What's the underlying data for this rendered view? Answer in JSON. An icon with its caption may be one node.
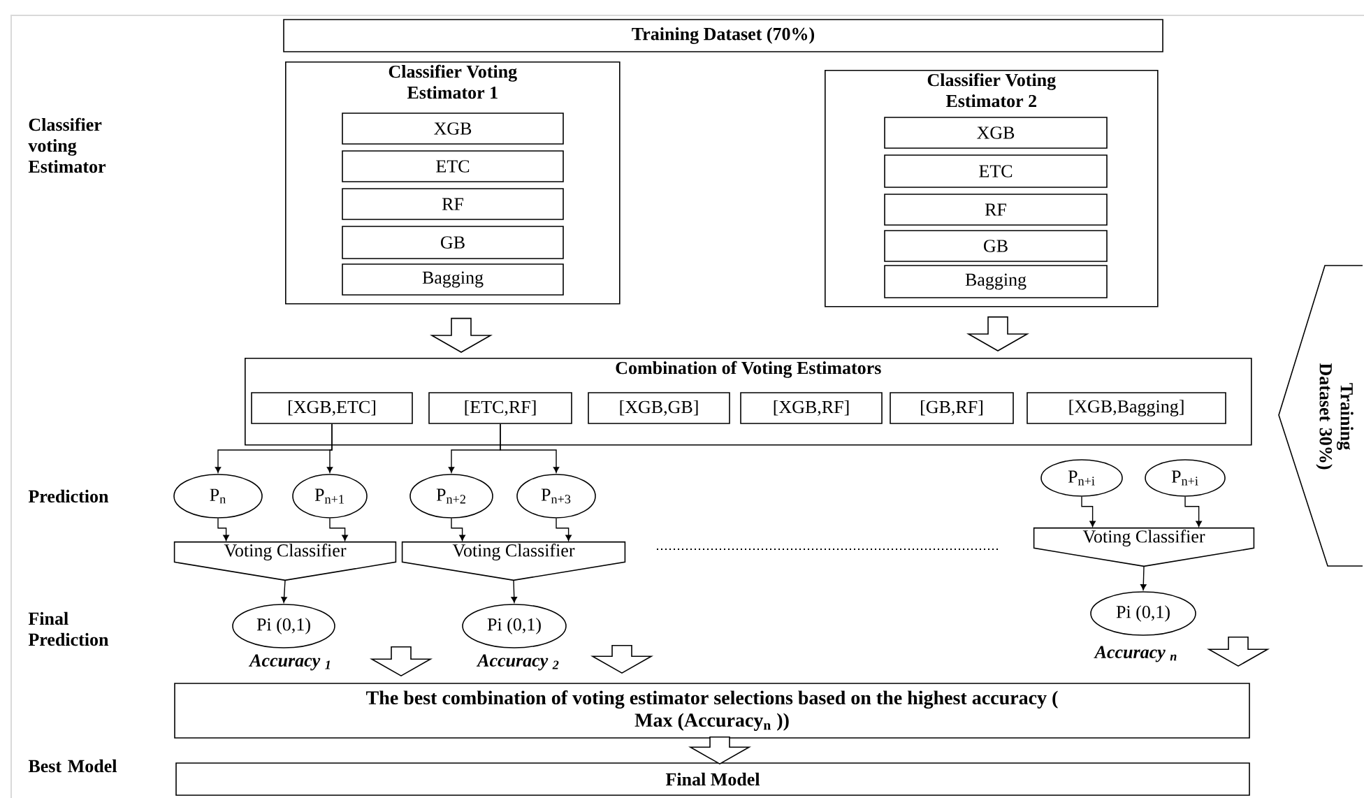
{
  "diagram": {
    "nodes": [
      {
        "text": [
          "Training Dataset (70%)"
        ]
      },
      {
        "text": [
          "Classifier Voting Estimator 1"
        ]
      },
      {
        "text": [
          "XGB"
        ],
        "in": 1
      },
      {
        "text": [
          "ETC"
        ],
        "in": 1
      },
      {
        "text": [
          "RF"
        ],
        "in": 1
      },
      {
        "text": [
          "GB"
        ],
        "in": 1
      },
      {
        "text": [
          "Bagging"
        ],
        "in": 1
      },
      {
        "text": [
          "Classifier Voting Estimator 2"
        ]
      },
      {
        "text": [
          "XGB"
        ],
        "in": 7
      },
      {
        "text": [
          "ETC"
        ],
        "in": 7
      },
      {
        "text": [
          "RF"
        ],
        "in": 7
      },
      {
        "text": [
          "GB"
        ],
        "in": 7
      },
      {
        "text": [
          "Bagging"
        ],
        "in": 7
      },
      {
        "text": [
          "Combination of Voting Estimators"
        ]
      },
      {
        "text": [
          "[XGB,ETC]"
        ],
        "in": 13
      },
      {
        "text": [
          "[ETC,RF]"
        ],
        "in": 13
      },
      {
        "text": [
          "[XGB,GB]"
        ],
        "in": 13
      },
      {
        "text": [
          "[XGB,RF]"
        ],
        "in": 13
      },
      {
        "text": [
          "[GB,RF]"
        ],
        "in": 13
      },
      {
        "text": [
          "[XGB,Bagging]"
        ],
        "in": 13
      },
      {
        "text": [
          "P$_{n}$"
        ]
      },
      {
        "text": [
          "P$_{n+1}$"
        ]
      },
      {
        "text": [
          "P$_{n+2}$"
        ]
      },
      {
        "text": [
          "P$_{n+3}$"
        ]
      },
      {
        "text": [
          "Voting Classifier"
        ]
      },
      {
        "text": [
          "Voting Classifier"
        ]
      },
      {
        "text": [
          "P$_{n+i}$"
        ]
      },
      {
        "text": [
          "P$_{n+i}$"
        ]
      },
      {
        "text": [
          "Voting Classifier"
        ]
      },
      {
        "text": [
          "Pi (0,1)"
        ],
        "beside": [
          "Accuracy $_{1}$"
        ]
      },
      {
        "text": [
          "Pi (0,1)"
        ],
        "beside": [
          "Accuracy $_{2}$"
        ]
      },
      {
        "text": [
          "Pi (0,1)"
        ],
        "beside": [
          "Accuracy $_{n}$"
        ]
      },
      {
        "text": [
          "The best combination of voting estimator selections based on the highest accuracy ( Max (Accuracy$_{n}$ ))"
        ]
      },
      {
        "text": [
          "Final Model"
        ]
      },
      {
        "text": [
          "Training Dataset 30%)"
        ]
      }
    ],
    "edges": [
      {
        "from": 1,
        "to": 13,
        "arrow": "to",
        "style": "thick"
      },
      {
        "from": 7,
        "to": 13,
        "arrow": "to",
        "style": "thick"
      },
      {
        "from": 14,
        "to": 20,
        "arrow": "to"
      },
      {
        "from": 14,
        "to": 21,
        "arrow": "to"
      },
      {
        "from": 15,
        "to": 22,
        "arrow": "to"
      },
      {
        "from": 15,
        "to": 23,
        "arrow": "to"
      },
      {
        "from": 20,
        "to": 24,
        "arrow": "to"
      },
      {
        "from": 21,
        "to": 24,
        "arrow": "to"
      },
      {
        "from": 22,
        "to": 25,
        "arrow": "to"
      },
      {
        "from": 23,
        "to": 25,
        "arrow": "to"
      },
      {
        "from": 26,
        "to": 28,
        "arrow": "to"
      },
      {
        "from": 27,
        "to": 28,
        "arrow": "to"
      },
      {
        "from": 24,
        "to": 29,
        "arrow": "to"
      },
      {
        "from": 25,
        "to": 30,
        "arrow": "to"
      },
      {
        "from": 28,
        "to": 31,
        "arrow": "to"
      },
      {
        "from": 29,
        "to": 32,
        "arrow": "to",
        "style": "thick"
      },
      {
        "from": 30,
        "to": 32,
        "arrow": "to",
        "style": "thick"
      },
      {
        "from": 31,
        "to": 32,
        "arrow": "to",
        "style": "thick"
      },
      {
        "from": 32,
        "to": 33,
        "arrow": "to",
        "style": "thick"
      }
    ],
    "labels": [
      "Classifier voting Estimator",
      "Prediction",
      "Final Prediction",
      "Best Model"
    ]
  }
}
